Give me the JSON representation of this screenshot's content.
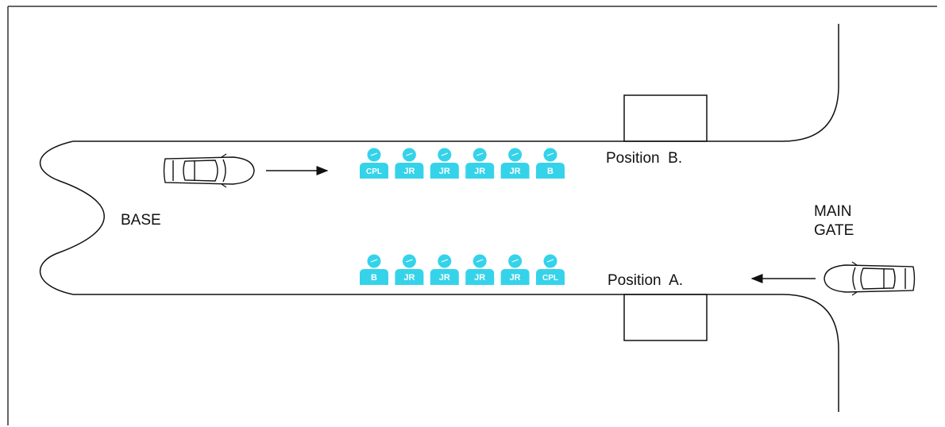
{
  "labels": {
    "base": "BASE",
    "main_gate_line1": "MAIN",
    "main_gate_line2": "GATE",
    "position_b": "Position  B.",
    "position_a": "Position  A."
  },
  "colors": {
    "personnel": "#35d3ea",
    "line": "#1a1a1a"
  },
  "personnel_rows": {
    "position_b": [
      "CPL",
      "JR",
      "JR",
      "JR",
      "JR",
      "B"
    ],
    "position_a": [
      "B",
      "JR",
      "JR",
      "JR",
      "JR",
      "CPL"
    ]
  },
  "vehicles": {
    "left": {
      "heading": "east"
    },
    "right": {
      "heading": "west"
    }
  }
}
